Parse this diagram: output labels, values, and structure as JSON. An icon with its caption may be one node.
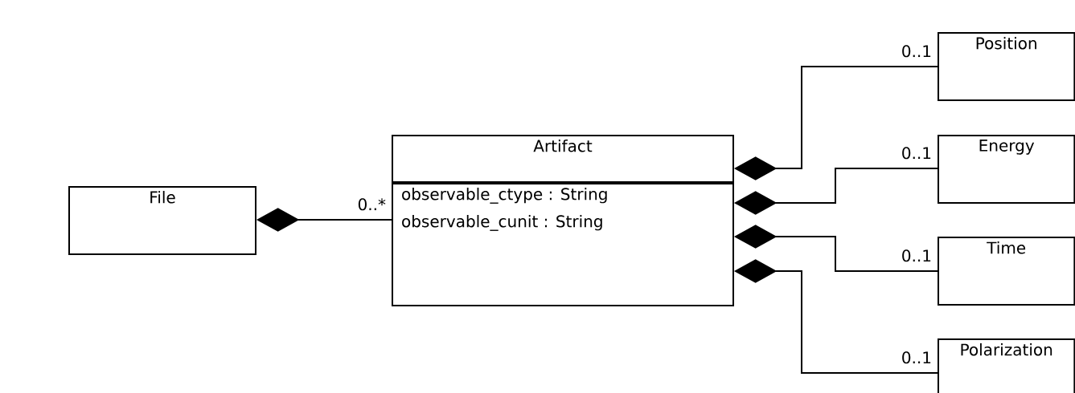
{
  "diagram": {
    "nodes": [
      {
        "text": [
          "File"
        ]
      },
      {
        "text": [
          "Artifact",
          "observable_ctype : String",
          "observable_cunit : String"
        ]
      },
      {
        "text": [
          "Position"
        ]
      },
      {
        "text": [
          "Energy"
        ]
      },
      {
        "text": [
          "Time"
        ]
      },
      {
        "text": [
          "Polarization"
        ]
      }
    ],
    "edges": [
      {
        "from": 0,
        "to": 1,
        "arrow": "other",
        "label": "0..*"
      },
      {
        "from": 1,
        "to": 2,
        "arrow": "other",
        "label": "0..1"
      },
      {
        "from": 1,
        "to": 3,
        "arrow": "other",
        "label": "0..1"
      },
      {
        "from": 1,
        "to": 4,
        "arrow": "other",
        "label": "0..1"
      },
      {
        "from": 1,
        "to": 5,
        "arrow": "other",
        "label": "0..1"
      }
    ]
  }
}
